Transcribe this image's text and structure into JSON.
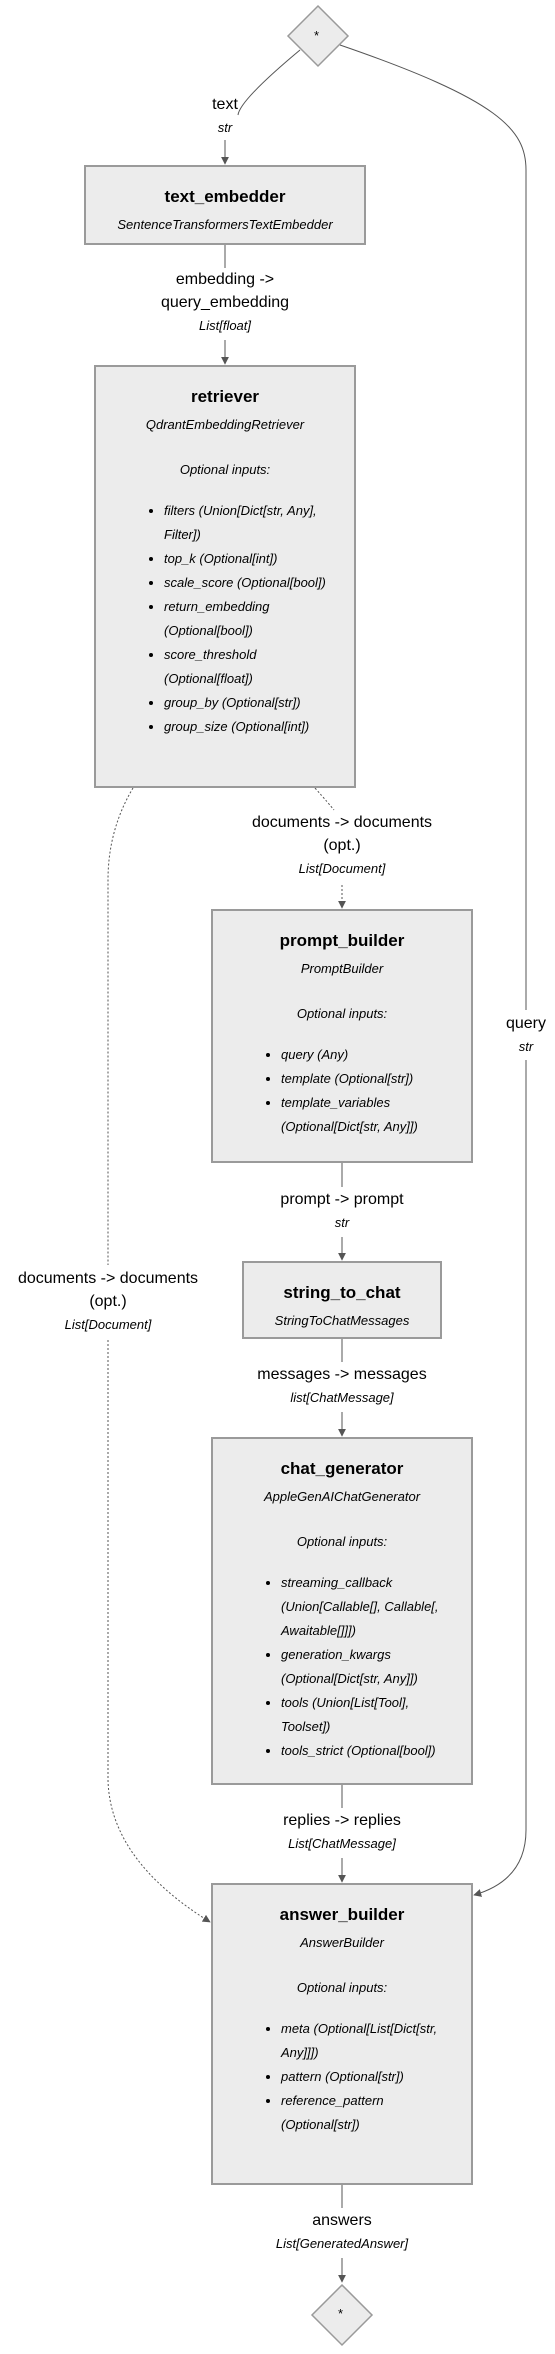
{
  "start_symbol": "*",
  "end_symbol": "*",
  "nodes": {
    "text_embedder": {
      "name": "text_embedder",
      "type": "SentenceTransformersTextEmbedder"
    },
    "retriever": {
      "name": "retriever",
      "type": "QdrantEmbeddingRetriever",
      "optional_title": "Optional inputs:",
      "inputs": [
        "filters (Union[Dict[str, Any], Filter])",
        "top_k (Optional[int])",
        "scale_score (Optional[bool])",
        "return_embedding (Optional[bool])",
        "score_threshold (Optional[float])",
        "group_by (Optional[str])",
        "group_size (Optional[int])"
      ]
    },
    "prompt_builder": {
      "name": "prompt_builder",
      "type": "PromptBuilder",
      "optional_title": "Optional inputs:",
      "inputs": [
        "query (Any)",
        "template (Optional[str])",
        "template_variables (Optional[Dict[str, Any]])"
      ]
    },
    "string_to_chat": {
      "name": "string_to_chat",
      "type": "StringToChatMessages"
    },
    "chat_generator": {
      "name": "chat_generator",
      "type": "AppleGenAIChatGenerator",
      "optional_title": "Optional inputs:",
      "inputs": [
        "streaming_callback (Union[Callable[], Callable[, Awaitable[]]])",
        "generation_kwargs (Optional[Dict[str, Any]])",
        "tools (Union[List[Tool], Toolset])",
        "tools_strict (Optional[bool])"
      ]
    },
    "answer_builder": {
      "name": "answer_builder",
      "type": "AnswerBuilder",
      "optional_title": "Optional inputs:",
      "inputs": [
        "meta (Optional[List[Dict[str, Any]]])",
        "pattern (Optional[str])",
        "reference_pattern (Optional[str])"
      ]
    }
  },
  "edges": {
    "text": {
      "label": "text",
      "type": "str"
    },
    "query": {
      "label": "query",
      "type": "str"
    },
    "embedding": {
      "label": "embedding -> query_embedding",
      "type": "List[float]"
    },
    "documents_to_prompt": {
      "label": "documents -> documents (opt.)",
      "type": "List[Document]"
    },
    "documents_to_answer": {
      "label": "documents -> documents (opt.)",
      "type": "List[Document]"
    },
    "prompt": {
      "label": "prompt -> prompt",
      "type": "str"
    },
    "messages": {
      "label": "messages -> messages",
      "type": "list[ChatMessage]"
    },
    "replies": {
      "label": "replies -> replies",
      "type": "List[ChatMessage]"
    },
    "answers": {
      "label": "answers",
      "type": "List[GeneratedAnswer]"
    }
  }
}
